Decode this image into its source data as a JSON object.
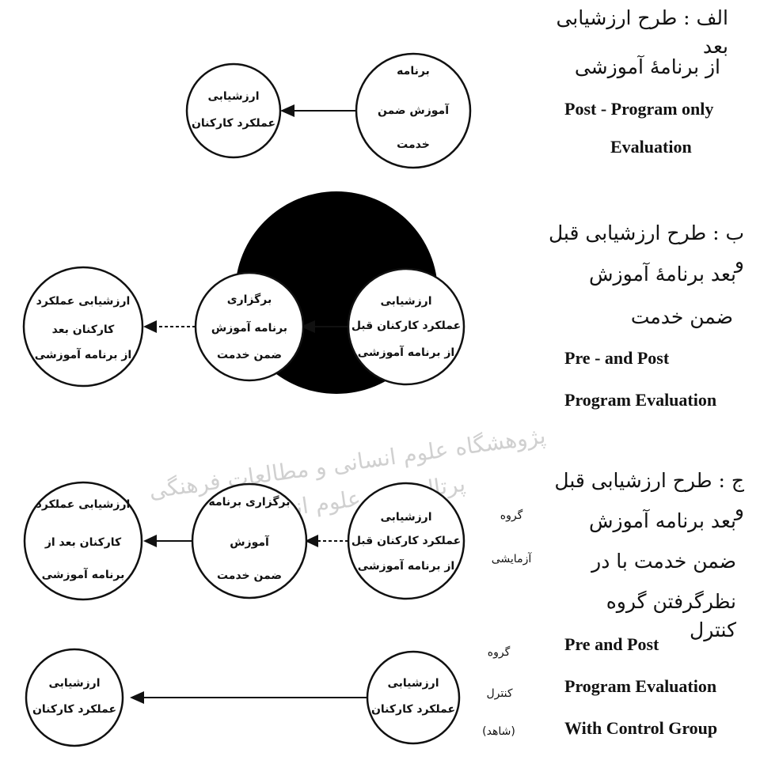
{
  "designs": [
    {
      "title_fa_lines": [
        "الف : طرح ارزشیابی بعد",
        "از برنامهٔ آموزشی"
      ],
      "title_en_lines": [
        "Post - Program only",
        "Evaluation"
      ],
      "circles": [
        [
          "برنامه",
          "آموزش ضمن",
          "خدمت"
        ],
        [
          "ارزشیابی",
          "عملکرد کارکنان"
        ]
      ]
    },
    {
      "title_fa_lines": [
        "ب : طرح ارزشیابی قبل و",
        "بعد برنامهٔ آموزش",
        "ضمن خدمت"
      ],
      "title_en_lines": [
        "Pre - and Post",
        "Program Evaluation"
      ],
      "circles": [
        [
          "ارزشیابی",
          "عملکرد کارکنان قبل",
          "از برنامه آموزشی"
        ],
        [
          "برگزاری",
          "برنامه آموزش",
          "ضمن خدمت"
        ],
        [
          "ارزشیابی عملکرد",
          "کارکنان بعد",
          "از برنامه آموزشی"
        ]
      ]
    },
    {
      "title_fa_lines": [
        "ج : طرح ارزشیابی قبل و",
        "بعد برنامه آموزش",
        "ضمن خدمت با در",
        "نظرگرفتن گروه کنترل"
      ],
      "title_en_lines": [
        "Pre and Post",
        "Program Evaluation",
        "With Control Group"
      ],
      "experimental_group": [
        "گروه",
        "آزمایشی"
      ],
      "control_group": [
        "گروه",
        "کنترل",
        "(شاهد)"
      ],
      "experimental_circles": [
        [
          "ارزشیابی",
          "عملکرد کارکنان قبل",
          "از برنامه آموزشی"
        ],
        [
          "برگزاری برنامه",
          "آموزش",
          "ضمن خدمت"
        ],
        [
          "ارزشیابی عملکرد",
          "کارکنان بعد از",
          "برنامه آموزشی"
        ]
      ],
      "control_circles": [
        [
          "ارزشیابی",
          "عملکرد کارکنان"
        ],
        [
          "ارزشیابی",
          "عملکرد کارکنان"
        ]
      ]
    }
  ],
  "watermark_text": [
    "پژوهشگاه علوم انسانی و مطالعات فرهنگی",
    "پرتال جامع علوم انسانی"
  ],
  "colors": {
    "ink": "#111111",
    "watermark": "#cfcfcf"
  }
}
